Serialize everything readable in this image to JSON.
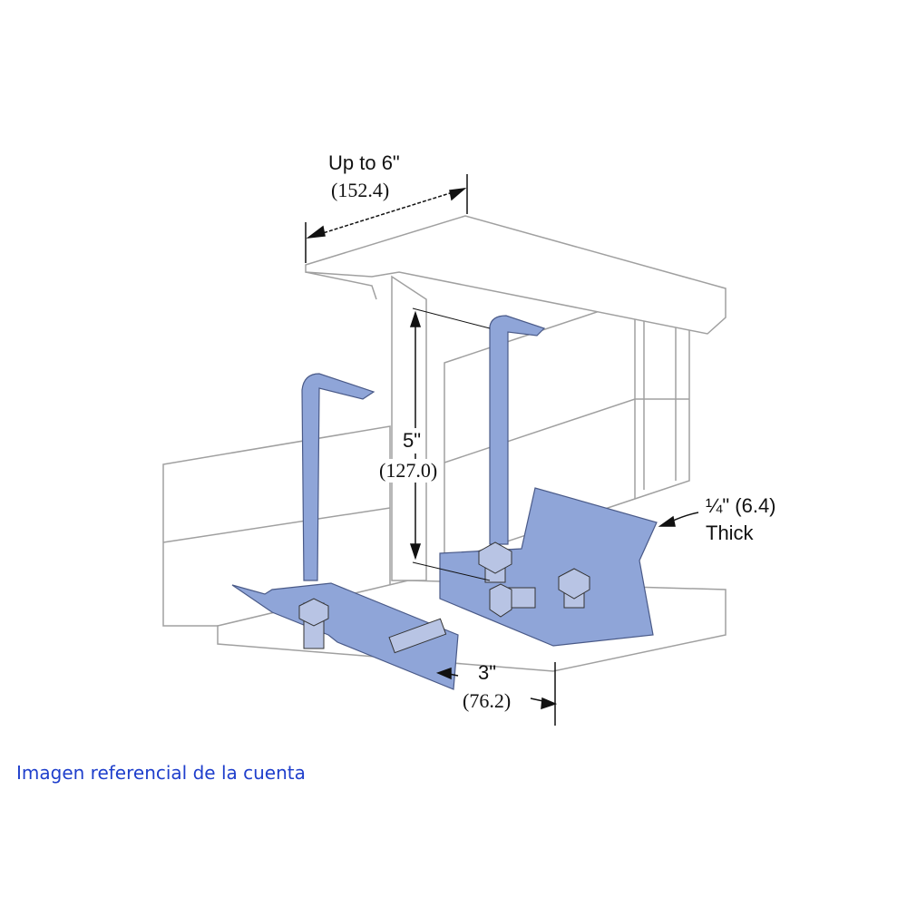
{
  "diagram": {
    "width_dim": {
      "imperial": "Up to 6\"",
      "metric": "(152.4)"
    },
    "height_dim": {
      "imperial": "5\"",
      "metric": "(127.0)"
    },
    "thickness_dim": {
      "imperial": "¼\" (6.4)",
      "label": "Thick"
    },
    "length_dim": {
      "imperial": "3\"",
      "metric": "(76.2)"
    },
    "colors": {
      "bracket": "#8fa5d8",
      "outline": "#9a9a9a",
      "caption": "#1f3fcc"
    }
  },
  "caption": "Imagen referencial de la cuenta"
}
